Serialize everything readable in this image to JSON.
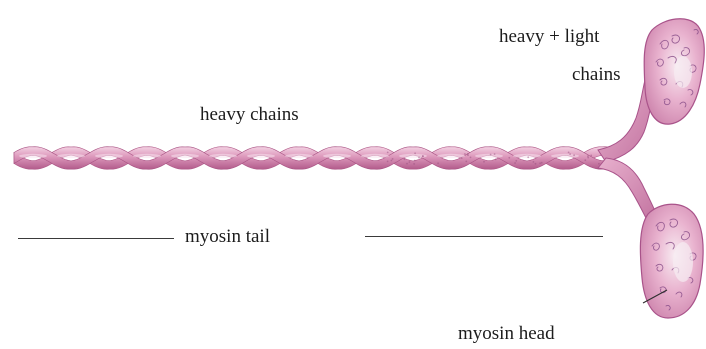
{
  "labels": {
    "heavy_chains": "heavy chains",
    "heavy_light_line1": "heavy  + light",
    "heavy_light_line2": "chains",
    "myosin_tail": "myosin tail",
    "myosin_head": "myosin head"
  },
  "colors": {
    "filament_light": "#eec2d8",
    "filament_mid": "#d98fb4",
    "filament_dark": "#b45d8c",
    "head_fill": "#e7aacb",
    "head_outline": "#a9538a",
    "head_highlight": "#f6e8ef",
    "head_texture": "#8a4f8a"
  }
}
